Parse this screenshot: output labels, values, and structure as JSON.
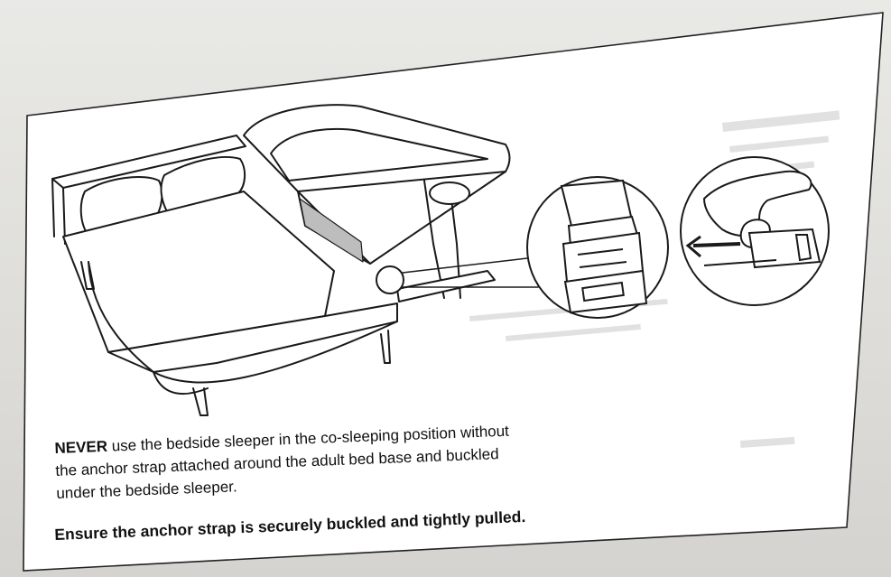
{
  "warning": {
    "lead": "NEVER",
    "line1_rest": " use the bedside sleeper in the co-sleeping position without",
    "line2": "the anchor strap attached around the adult bed base and buckled",
    "line3": "under the bedside sleeper.",
    "ensure": "Ensure the anchor strap is securely buckled and tightly pulled."
  },
  "colors": {
    "paper": "#ffffff",
    "ink": "#111111",
    "backdrop": "#dcdcd8"
  },
  "illustration": {
    "main": "bed-with-bedside-sleeper-icon",
    "detail1": "buckle-detail-icon",
    "detail2": "hand-pulling-strap-icon"
  }
}
